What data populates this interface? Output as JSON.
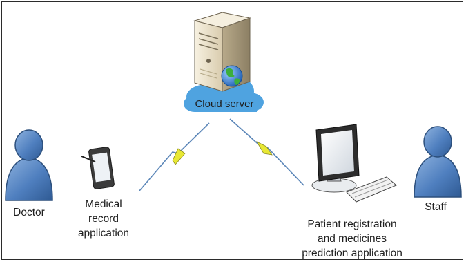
{
  "nodes": {
    "cloud_server": {
      "label": "Cloud server"
    },
    "doctor": {
      "label": "Doctor"
    },
    "medical_app": {
      "label_lines": [
        "Medical",
        "record",
        "application"
      ]
    },
    "patient_app": {
      "label_lines": [
        "Patient registration",
        "and medicines",
        "prediction application"
      ]
    },
    "staff": {
      "label": "Staff"
    }
  },
  "colors": {
    "person_fill": "#4f7fbf",
    "person_outline": "#2c4f7c",
    "cloud_fill": "#4fa3e0",
    "link_line": "#5b86b8",
    "lightning": "#e8e834",
    "server_body": "#efe6cf"
  }
}
